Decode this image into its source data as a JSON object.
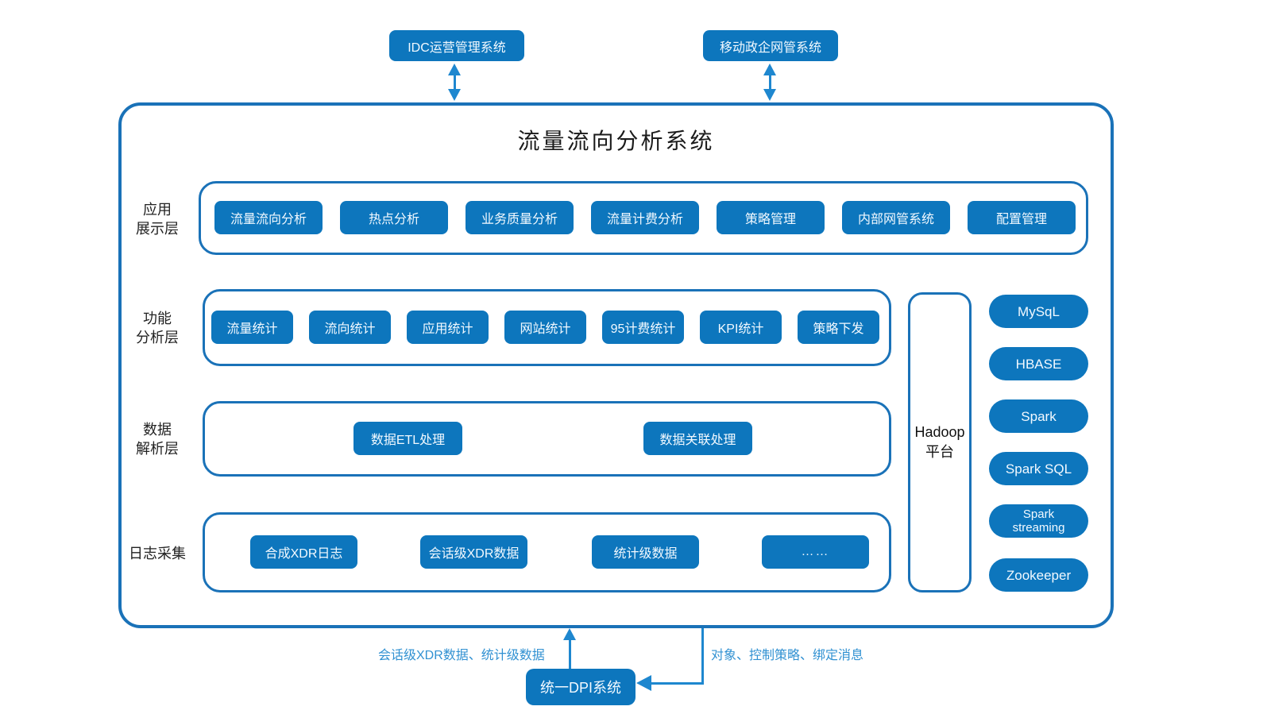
{
  "colors": {
    "box_fill": "#0d76bd",
    "container_border": "#1a72b8",
    "arrow": "#1e87cf",
    "flow_text": "#3191d2",
    "title_text": "#1b1b1b",
    "box_text": "#f2f9ff"
  },
  "external_systems": {
    "idc": "IDC运营管理系统",
    "mobile": "移动政企网管系统"
  },
  "title": "流量流向分析系统",
  "layers": [
    {
      "label": "应用\n展示层",
      "boxes": [
        "流量流向分析",
        "热点分析",
        "业务质量分析",
        "流量计费分析",
        "策略管理",
        "内部网管系统",
        "配置管理"
      ]
    },
    {
      "label": "功能\n分析层",
      "boxes": [
        "流量统计",
        "流向统计",
        "应用统计",
        "网站统计",
        "95计费统计",
        "KPI统计",
        "策略下发"
      ]
    },
    {
      "label": "数据\n解析层",
      "boxes": [
        "数据ETL处理",
        "数据关联处理"
      ]
    },
    {
      "label": "日志采集",
      "boxes": [
        "合成XDR日志",
        "会话级XDR数据",
        "统计级数据",
        "……"
      ]
    }
  ],
  "hadoop": {
    "label": "Hadoop\n平台"
  },
  "right_stack": [
    {
      "label": "MySqL"
    },
    {
      "label": "HBASE"
    },
    {
      "label": "Spark"
    },
    {
      "label": "Spark SQL"
    },
    {
      "label": "Spark\nstreaming"
    },
    {
      "label": "Zookeeper"
    }
  ],
  "bottom": {
    "dpi_label": "统一DPI系统",
    "upload_flow_label": "会话级XDR数据、统计级数据",
    "download_flow_label": "对象、控制策略、绑定消息"
  }
}
